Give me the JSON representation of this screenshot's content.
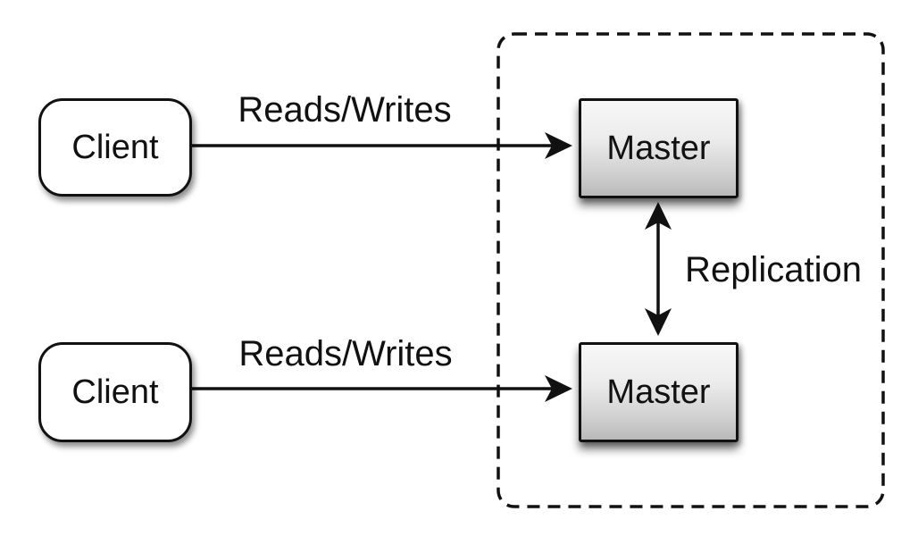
{
  "diagram": {
    "nodes": {
      "client_top": {
        "label": "Client"
      },
      "client_bottom": {
        "label": "Client"
      },
      "master_top": {
        "label": "Master"
      },
      "master_bottom": {
        "label": "Master"
      }
    },
    "edges": {
      "reads_writes_top": {
        "label": "Reads/Writes",
        "from": "client_top",
        "to": "master_top",
        "arrow": "single"
      },
      "reads_writes_bottom": {
        "label": "Reads/Writes",
        "from": "client_bottom",
        "to": "master_bottom",
        "arrow": "single"
      },
      "replication": {
        "label": "Replication",
        "from": "master_top",
        "to": "master_bottom",
        "arrow": "double"
      }
    },
    "cluster": {
      "style": "dashed",
      "contains": [
        "master_top",
        "master_bottom"
      ]
    },
    "colors": {
      "line": "#111111",
      "border": "#111111",
      "text": "#111111",
      "client_fill": "#ffffff",
      "master_fill_top": "#f7f7f7",
      "master_fill_bottom": "#b9b9b9",
      "background": "#ffffff"
    }
  }
}
